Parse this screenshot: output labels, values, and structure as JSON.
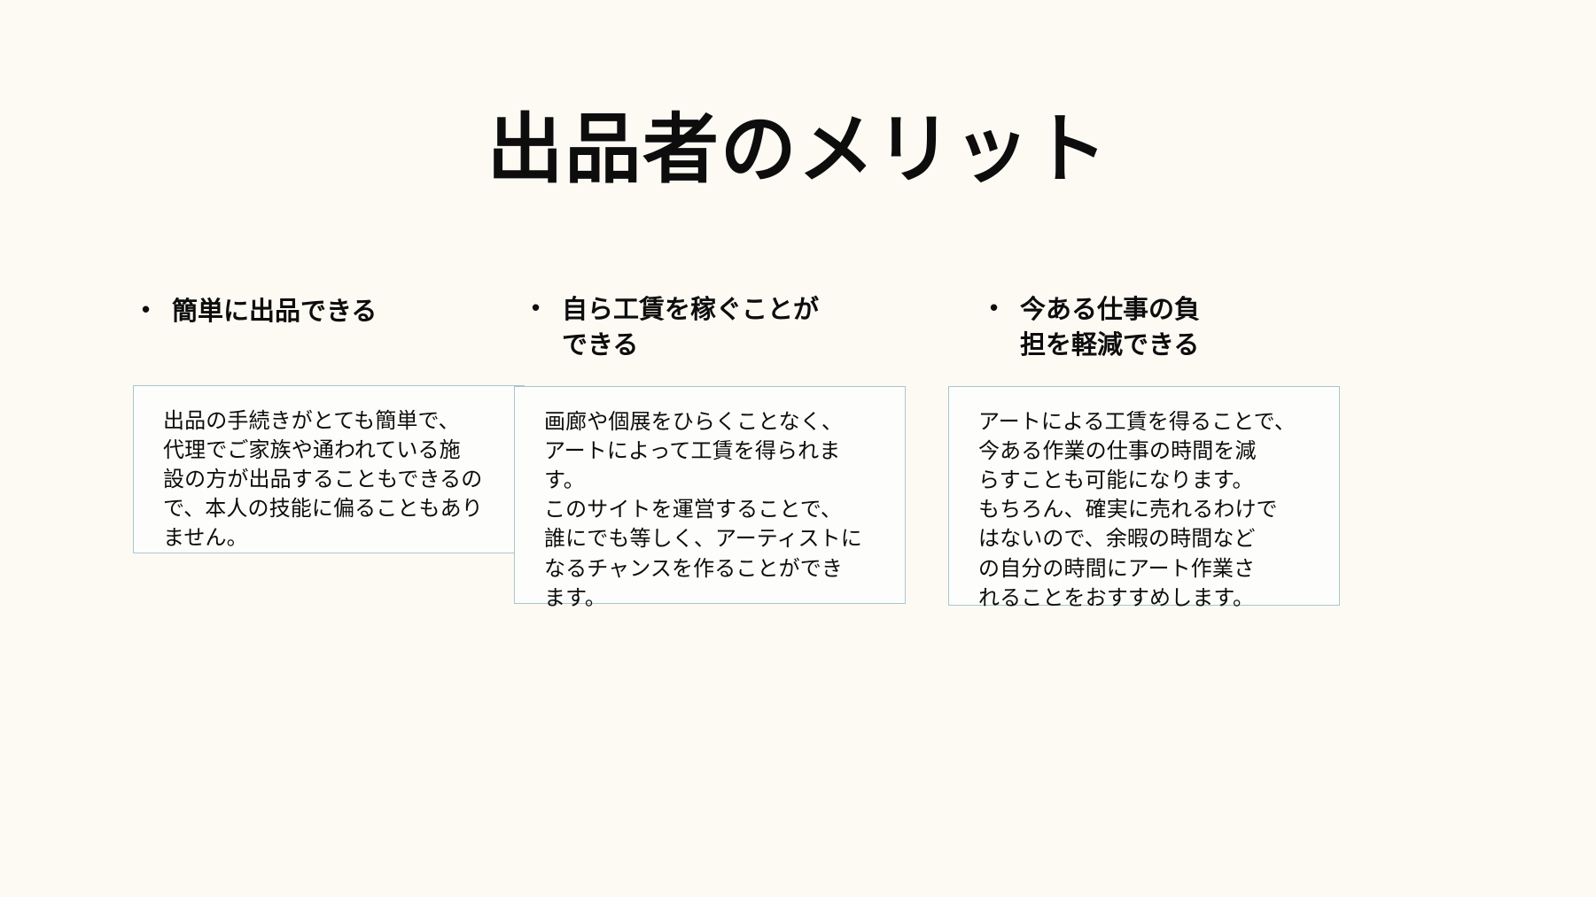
{
  "slide": {
    "background_color": "#fdfaf4",
    "title": "出品者のメリット",
    "box_border_color": "#a9c6ce",
    "box_fill_color": "#fdfdfb",
    "text_color": "#0d0d0d",
    "bullet_marker": "•",
    "columns": [
      {
        "heading": "簡単に出品できる",
        "body": "出品の手続きがとても簡単で、\n代理でご家族や通われている施\n設の方が出品することもできるの\nで、本人の技能に偏ることもあり\nません。"
      },
      {
        "heading": "自ら工賃を稼ぐことが\nできる",
        "body": "画廊や個展をひらくことなく、\nアートによって工賃を得られま\nす。\nこのサイトを運営することで、\n誰にでも等しく、アーティストに\nなるチャンスを作ることができ\nます。"
      },
      {
        "heading": "今ある仕事の負\n担を軽減できる",
        "body": "アートによる工賃を得ることで、\n今ある作業の仕事の時間を減\nらすことも可能になります。\nもちろん、確実に売れるわけで\nはないので、余暇の時間など\nの自分の時間にアート作業さ\nれることをおすすめします。"
      }
    ]
  }
}
